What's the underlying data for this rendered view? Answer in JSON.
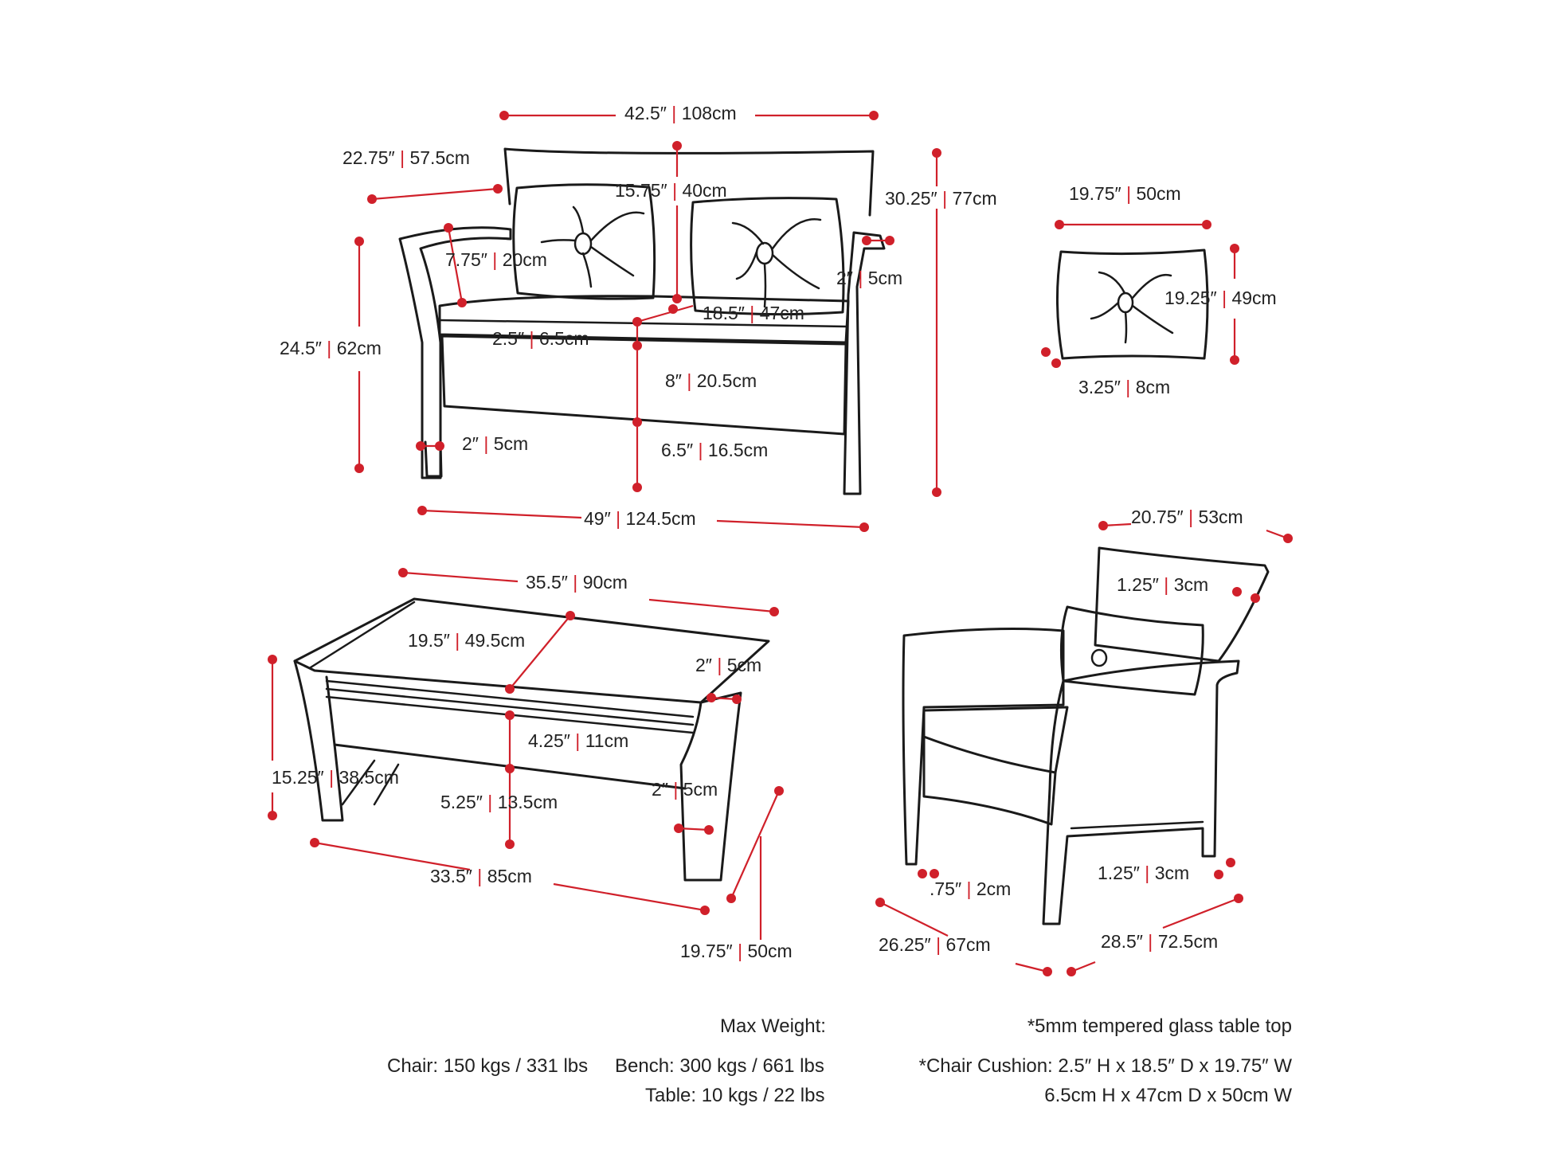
{
  "colors": {
    "dimension_line": "#d0202a",
    "outline": "#1a1a1a",
    "text": "#222222"
  },
  "loveseat": {
    "width_top": {
      "imperial": "42.5″",
      "metric": "108cm"
    },
    "arm_depth": {
      "imperial": "22.75″",
      "metric": "57.5cm"
    },
    "back_cushion_height": {
      "imperial": "15.75″",
      "metric": "40cm"
    },
    "total_height": {
      "imperial": "30.25″",
      "metric": "77cm"
    },
    "arm_height_above_seat": {
      "imperial": "7.75″",
      "metric": "20cm"
    },
    "arm_width": {
      "imperial": "2″",
      "metric": "5cm"
    },
    "seat_height": {
      "imperial": "24.5″",
      "metric": "62cm"
    },
    "seat_depth": {
      "imperial": "18.5″",
      "metric": "47cm"
    },
    "seat_cushion_thickness": {
      "imperial": "2.5″",
      "metric": "6.5cm"
    },
    "apron_height": {
      "imperial": "8″",
      "metric": "20.5cm"
    },
    "leg_width": {
      "imperial": "2″",
      "metric": "5cm"
    },
    "ground_clearance": {
      "imperial": "6.5″",
      "metric": "16.5cm"
    },
    "overall_width": {
      "imperial": "49″",
      "metric": "124.5cm"
    }
  },
  "pillow": {
    "width": {
      "imperial": "19.75″",
      "metric": "50cm"
    },
    "height": {
      "imperial": "19.25″",
      "metric": "49cm"
    },
    "thickness": {
      "imperial": "3.25″",
      "metric": "8cm"
    }
  },
  "table": {
    "top_length": {
      "imperial": "35.5″",
      "metric": "90cm"
    },
    "top_depth": {
      "imperial": "19.5″",
      "metric": "49.5cm"
    },
    "frame_width": {
      "imperial": "2″",
      "metric": "5cm"
    },
    "apron_height": {
      "imperial": "4.25″",
      "metric": "11cm"
    },
    "height": {
      "imperial": "15.25″",
      "metric": "38.5cm"
    },
    "leg_width": {
      "imperial": "2″",
      "metric": "5cm"
    },
    "clearance": {
      "imperial": "5.25″",
      "metric": "13.5cm"
    },
    "base_length": {
      "imperial": "33.5″",
      "metric": "85cm"
    },
    "depth": {
      "imperial": "19.75″",
      "metric": "50cm"
    }
  },
  "chair": {
    "back_width": {
      "imperial": "20.75″",
      "metric": "53cm"
    },
    "back_frame": {
      "imperial": "1.25″",
      "metric": "3cm"
    },
    "leg_rail": {
      "imperial": ".75″",
      "metric": "2cm"
    },
    "leg_width": {
      "imperial": "1.25″",
      "metric": "3cm"
    },
    "depth": {
      "imperial": "26.25″",
      "metric": "67cm"
    },
    "width": {
      "imperial": "28.5″",
      "metric": "72.5cm"
    }
  },
  "notes": {
    "max_weight_label": "Max Weight:",
    "chair_weight": "Chair: 150 kgs / 331 lbs",
    "bench_weight": "Bench: 300 kgs / 661 lbs",
    "table_weight": "Table: 10 kgs / 22 lbs",
    "glass_note": "*5mm tempered glass table top",
    "cushion_note_1": "*Chair Cushion: 2.5″ H x 18.5″ D x 19.75″ W",
    "cushion_note_2": "6.5cm H x 47cm D x 50cm W"
  }
}
